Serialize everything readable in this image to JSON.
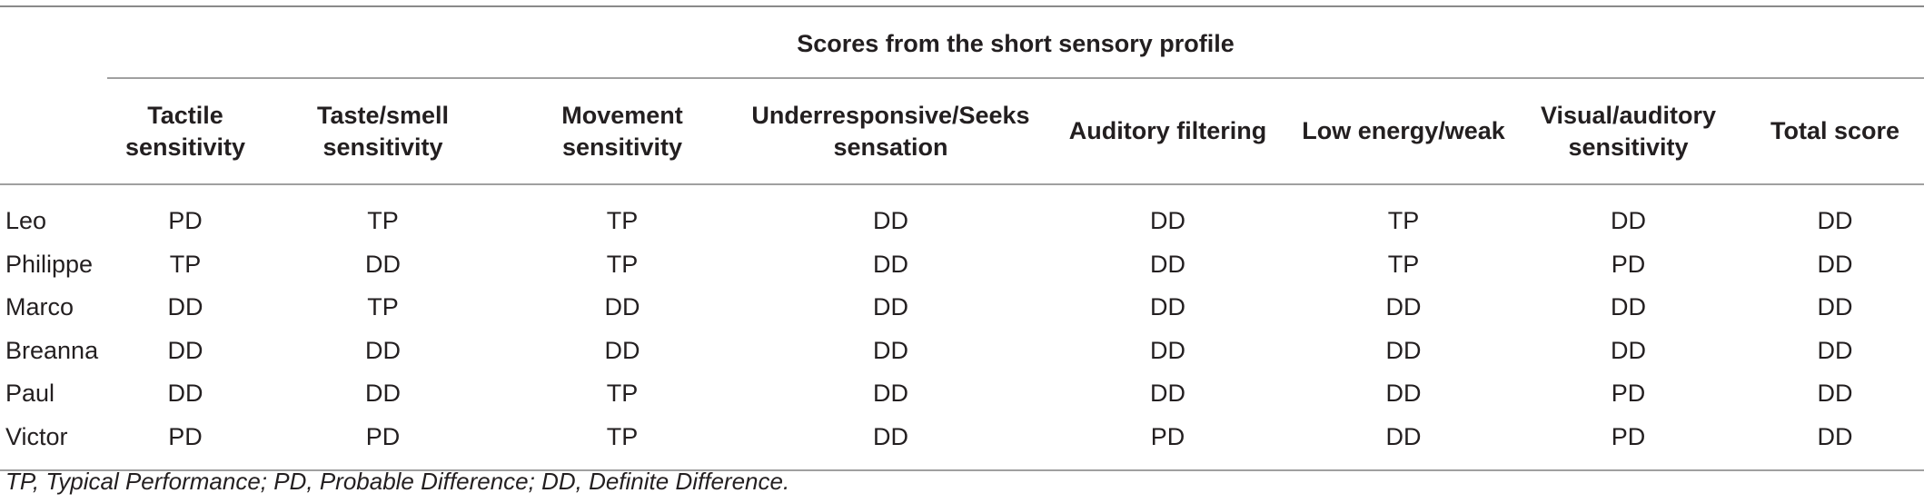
{
  "table": {
    "group_header": "Scores from the short sensory profile",
    "columns": [
      "Tactile sensitivity",
      "Taste/smell sensitivity",
      "Movement sensitivity",
      "Underresponsive/Seeks sensation",
      "Auditory filtering",
      "Low energy/weak",
      "Visual/auditory sensitivity",
      "Total score"
    ],
    "rows": [
      {
        "name": "Leo",
        "values": [
          "PD",
          "TP",
          "TP",
          "DD",
          "DD",
          "TP",
          "DD",
          "DD"
        ]
      },
      {
        "name": "Philippe",
        "values": [
          "TP",
          "DD",
          "TP",
          "DD",
          "DD",
          "TP",
          "PD",
          "DD"
        ]
      },
      {
        "name": "Marco",
        "values": [
          "DD",
          "TP",
          "DD",
          "DD",
          "DD",
          "DD",
          "DD",
          "DD"
        ]
      },
      {
        "name": "Breanna",
        "values": [
          "DD",
          "DD",
          "DD",
          "DD",
          "DD",
          "DD",
          "DD",
          "DD"
        ]
      },
      {
        "name": "Paul",
        "values": [
          "DD",
          "DD",
          "TP",
          "DD",
          "DD",
          "DD",
          "PD",
          "DD"
        ]
      },
      {
        "name": "Victor",
        "values": [
          "PD",
          "PD",
          "TP",
          "DD",
          "PD",
          "DD",
          "PD",
          "DD"
        ]
      }
    ]
  },
  "footnote": "TP, Typical Performance; PD, Probable Difference; DD, Definite Difference."
}
